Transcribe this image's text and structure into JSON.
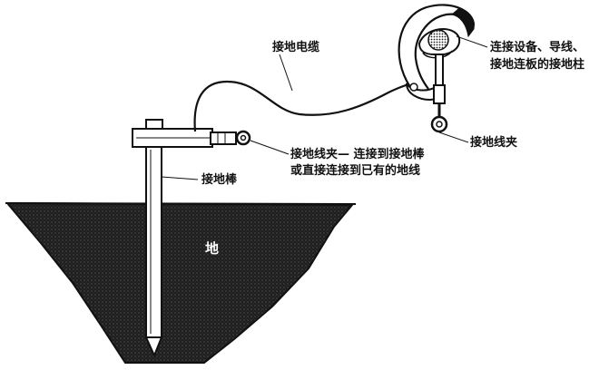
{
  "labels": {
    "cable": "接地电缆",
    "connect_line1": "连接设备、导线、",
    "connect_line2": "接地连板的接地柱",
    "clamp_right": "接地线夹",
    "clamp_left_line1": "接地线夹— 连接到接地棒",
    "clamp_left_line2": "或直接连接到已有的地线",
    "rod": "接地棒",
    "earth": "地"
  },
  "colors": {
    "ink": "#111111",
    "soil": "#1e1e1e",
    "paper": "#ffffff"
  }
}
